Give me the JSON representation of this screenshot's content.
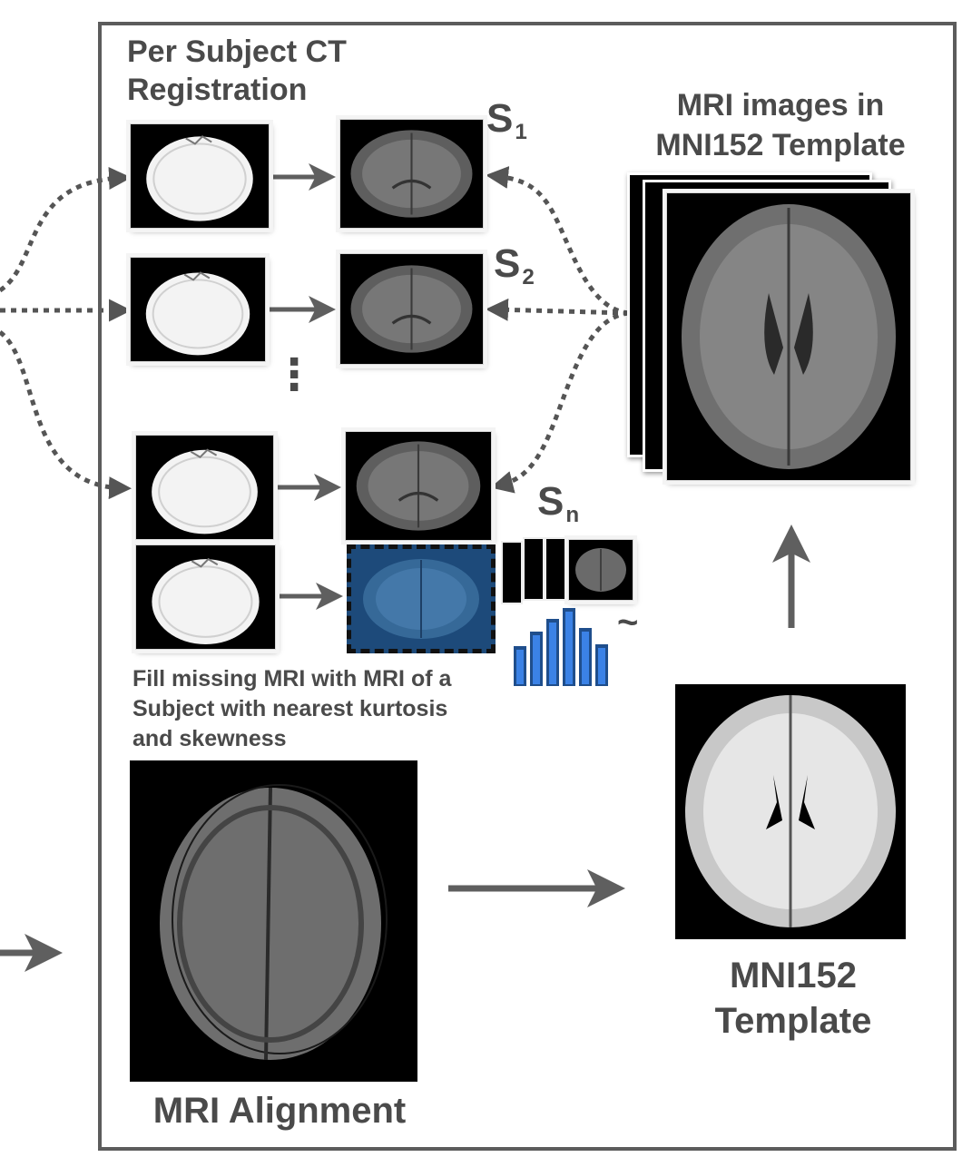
{
  "labels": {
    "ct_registration": [
      "Per Subject CT",
      "Registration"
    ],
    "mri_in_template": [
      "MRI images in",
      "MNI152 Template"
    ],
    "fill_missing": [
      "Fill missing MRI with MRI of a",
      "Subject with nearest kurtosis",
      "and skewness"
    ],
    "mri_alignment": "MRI Alignment",
    "mni_template": [
      "MNI152",
      "Template"
    ],
    "tilde": "~"
  },
  "subjects": [
    {
      "letter": "S",
      "sub": "1"
    },
    {
      "letter": "S",
      "sub": "2"
    },
    {
      "letter": "S",
      "sub": "n"
    }
  ],
  "ellipsis": "⋮",
  "colors": {
    "frame": "#5c5c5c",
    "arrow": "#5f5f5f",
    "dotted": "#555555",
    "highlight_fill": "#1d4a7a",
    "histogram_dark": "#1f4e8c",
    "histogram_light": "#3b82e6"
  }
}
